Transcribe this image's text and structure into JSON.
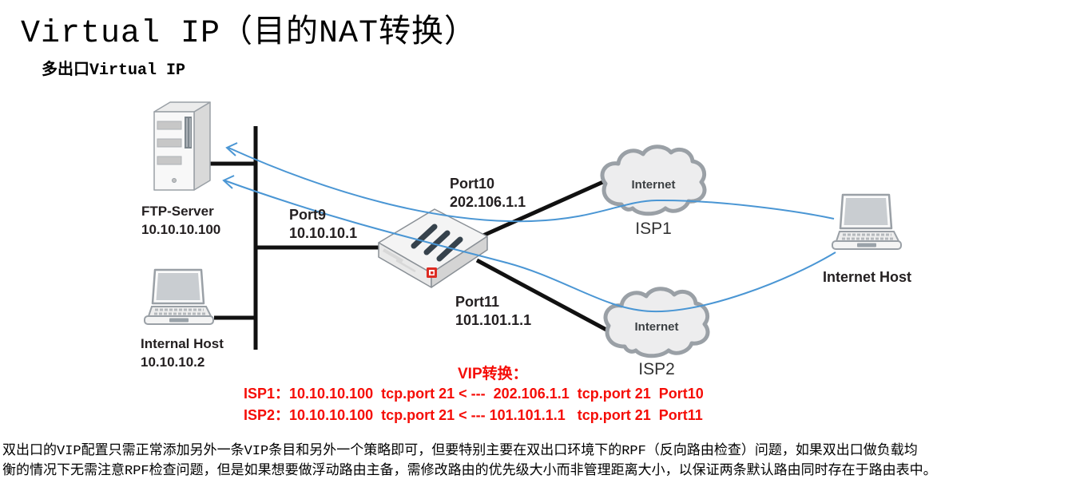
{
  "title": "Virtual IP（目的NAT转换）",
  "subtitle": "多出口Virtual IP",
  "diagram": {
    "ftp_server": {
      "name": "FTP-Server",
      "ip": "10.10.10.100"
    },
    "internal_host": {
      "name": "Internal Host",
      "ip": "10.10.10.2"
    },
    "internet_host": {
      "name": "Internet Host"
    },
    "firewall_ports": {
      "port9": {
        "name": "Port9",
        "ip": "10.10.10.1"
      },
      "port10": {
        "name": "Port10",
        "ip": "202.106.1.1"
      },
      "port11": {
        "name": "Port11",
        "ip": "101.101.1.1"
      }
    },
    "isp1": {
      "cloud": "Internet",
      "label": "ISP1"
    },
    "isp2": {
      "cloud": "Internet",
      "label": "ISP2"
    }
  },
  "vip_translation": {
    "header": "VIP转换：",
    "rows": [
      "ISP1：10.10.10.100  tcp.port 21 < ---  202.106.1.1  tcp.port 21  Port10",
      "ISP2：10.10.10.100  tcp.port 21 < --- 101.101.1.1   tcp.port 21  Port11"
    ]
  },
  "note": {
    "line1": "双出口的VIP配置只需正常添加另外一条VIP条目和另外一个策略即可，但要特别主要在双出口环境下的RPF（反向路由检查）问题，如果双出口做负载均",
    "line2": "衡的情况下无需注意RPF检查问题，但是如果想要做浮动路由主备，需修改路由的优先级大小而非管理距离大小，以保证两条默认路由同时存在于路由表中。"
  },
  "colors": {
    "flow_blue": "#4a96d4",
    "accent_red": "#f50d07",
    "line_black": "#111111",
    "cloud_fill": "#ededee"
  }
}
